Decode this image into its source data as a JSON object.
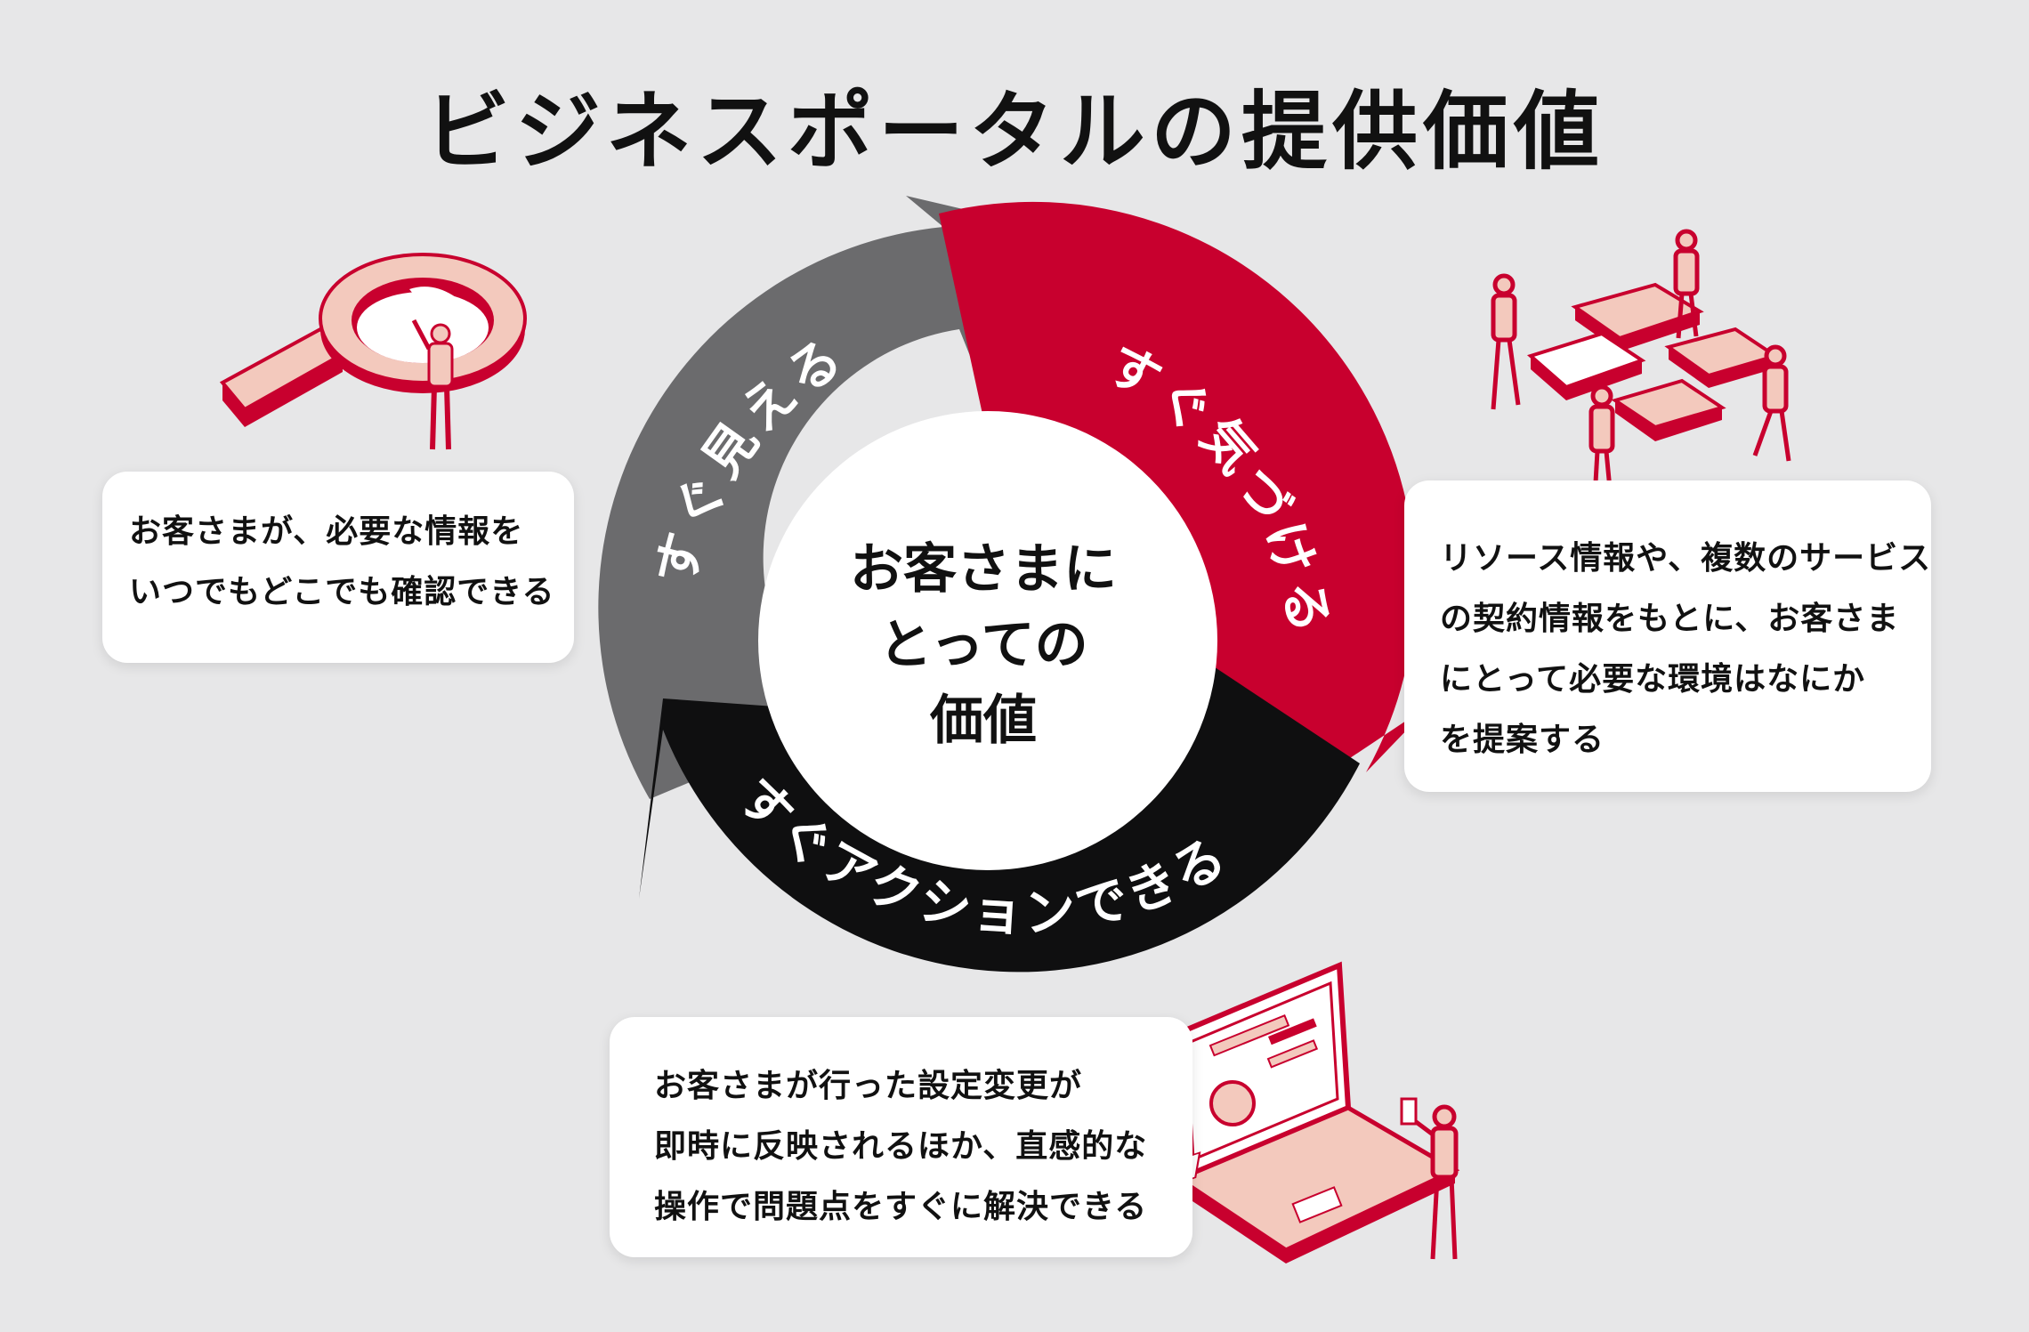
{
  "title": "ビジネスポータルの提供価値",
  "center": {
    "lines": [
      "お客さまに",
      "とっての",
      "価値"
    ]
  },
  "segments": {
    "see": "すぐ見える",
    "notice": "すぐ気づける",
    "act": "すぐアクションできる"
  },
  "cards": {
    "see": {
      "lines": [
        "お客さまが、必要な情報を",
        "いつでもどこでも確認できる"
      ]
    },
    "notice": {
      "lines": [
        "リソース情報や、複数のサービス",
        "の契約情報をもとに、お客さま",
        "にとって必要な環境はなにか",
        "を提案する"
      ]
    },
    "act": {
      "lines": [
        "お客さまが行った設定変更が",
        "即時に反映されるほか、直感的な",
        "操作で問題点をすぐに解決できる"
      ]
    }
  },
  "icons": {
    "see": "magnifying-glass-person-icon",
    "notice": "puzzle-team-icon",
    "act": "laptop-person-icon"
  },
  "colors": {
    "background": "#e7e7e8",
    "gray_segment": "#6b6b6d",
    "red_segment": "#c8002e",
    "black_segment": "#0f0f10",
    "illustration_pink": "#f3c9bd",
    "text": "#111111"
  }
}
